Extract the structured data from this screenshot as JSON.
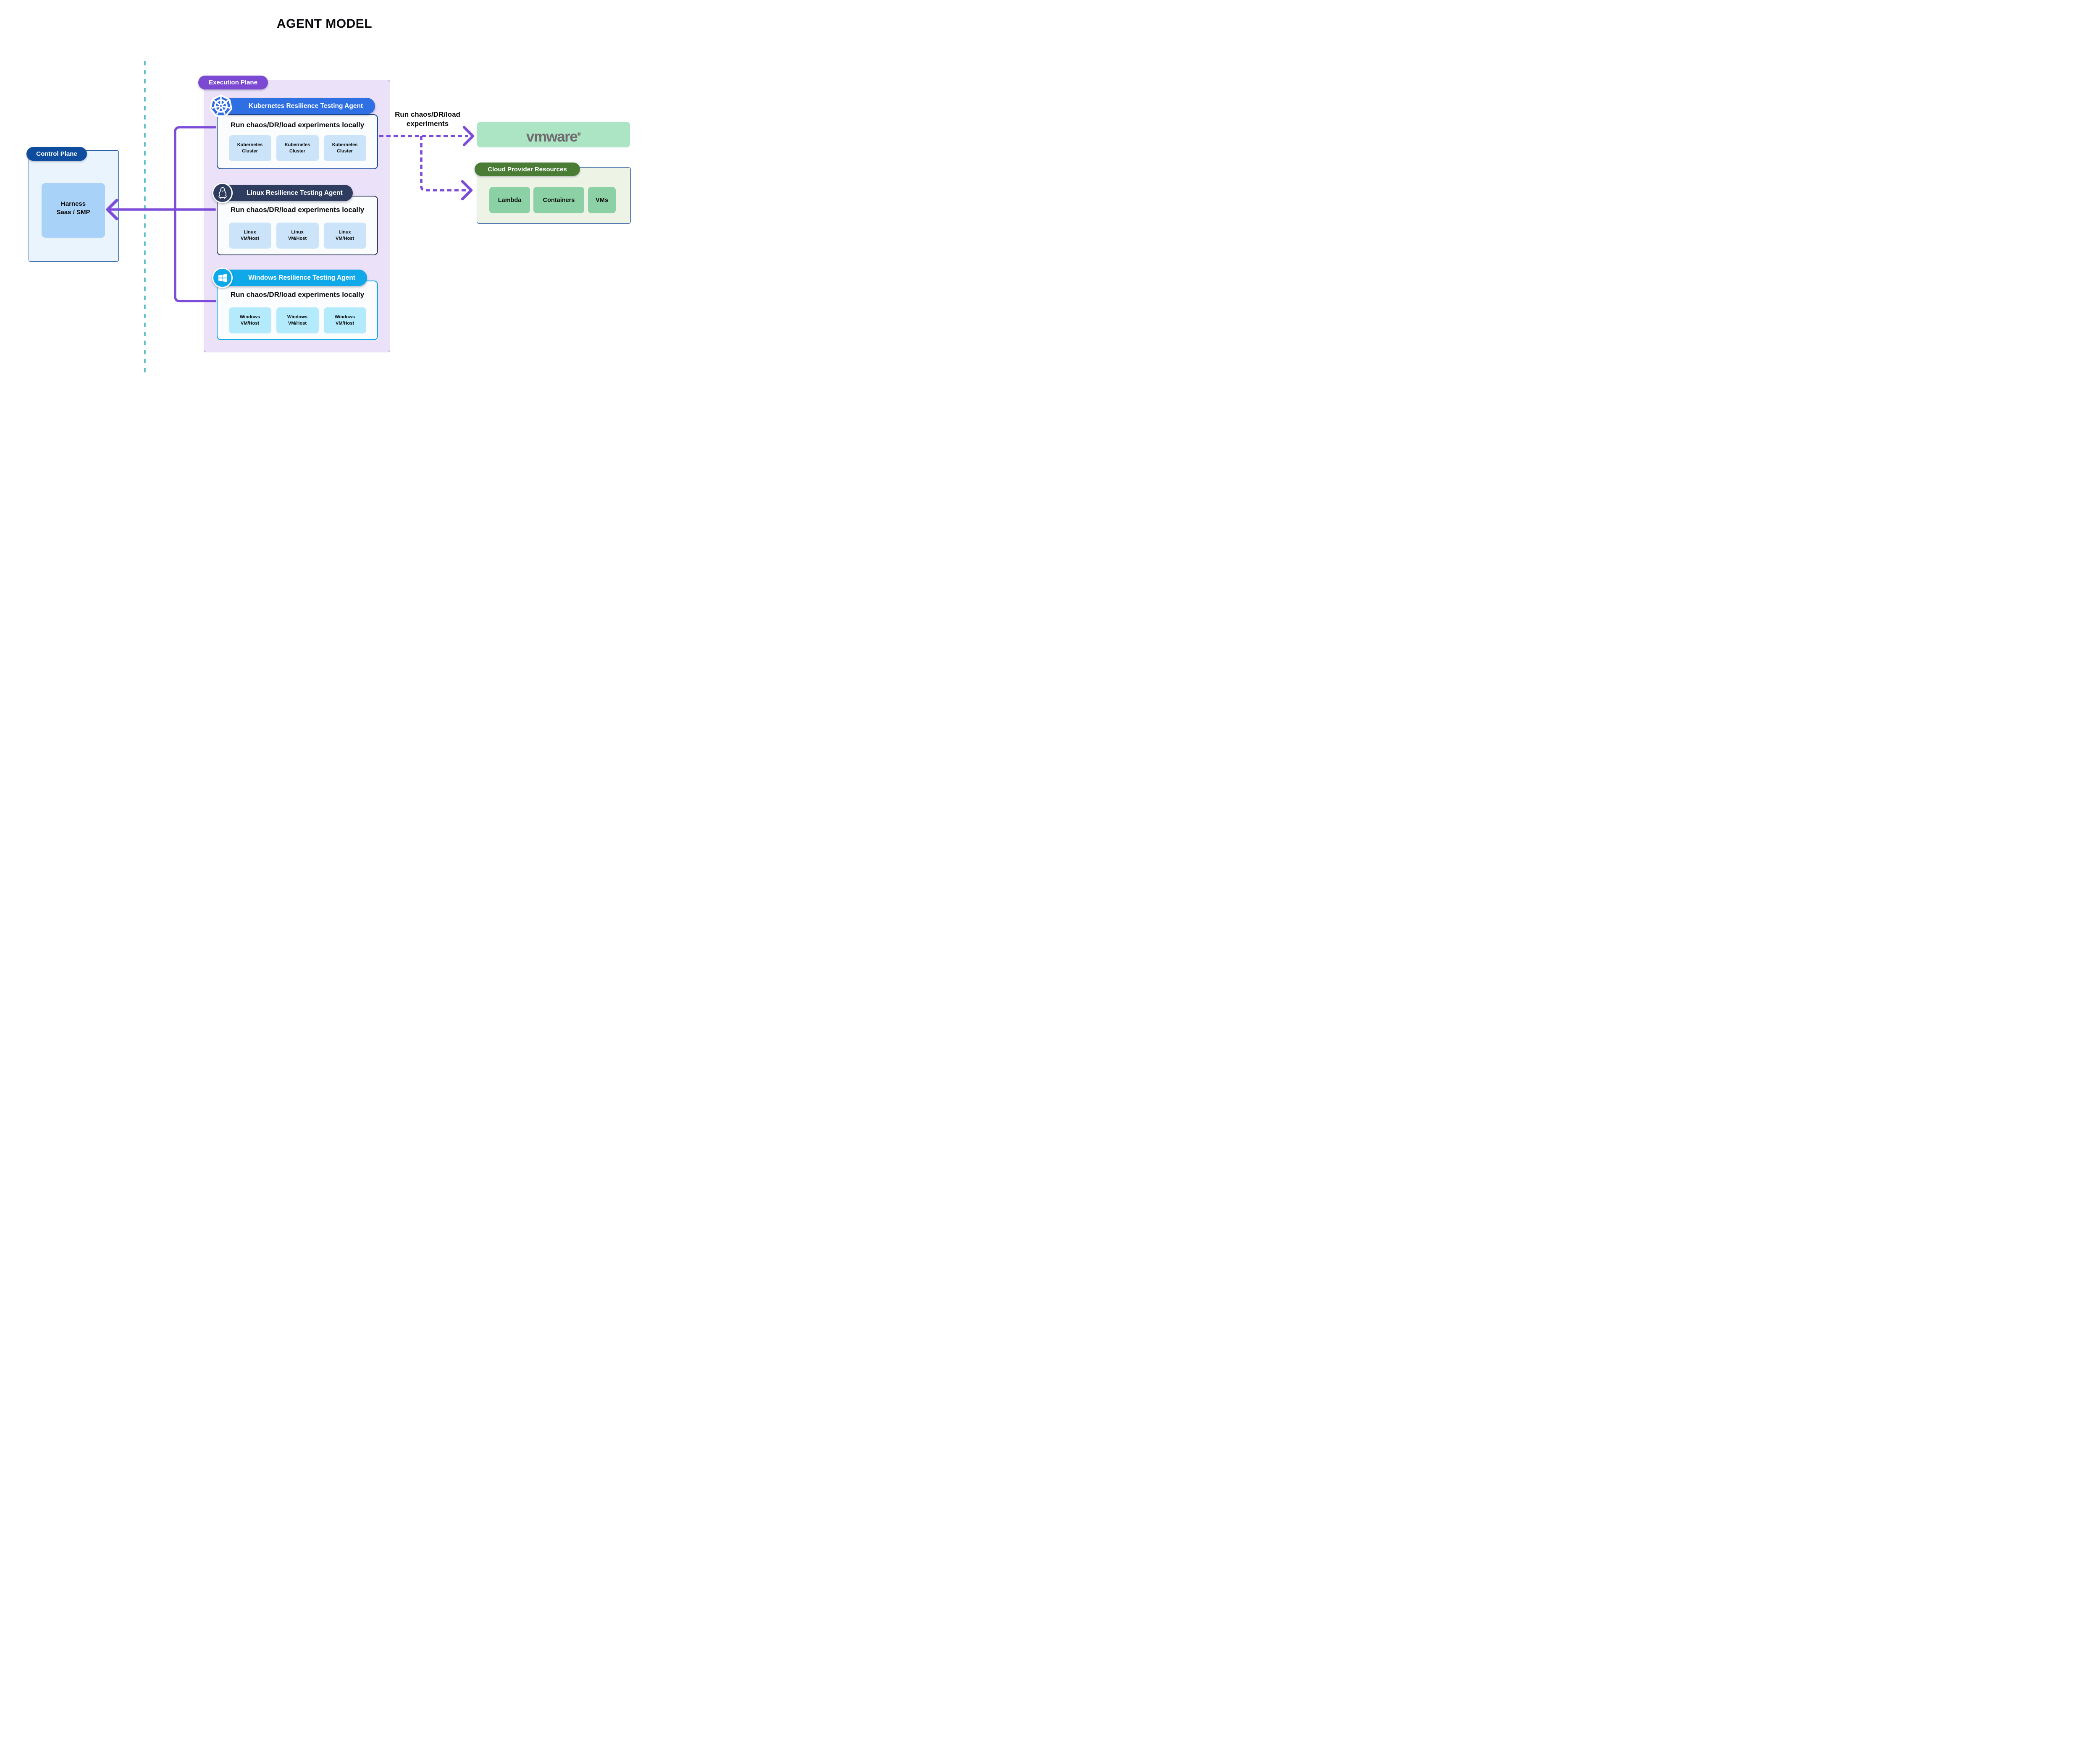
{
  "title": "AGENT MODEL",
  "control_plane": {
    "label": "Control Plane",
    "harness_line1": "Harness",
    "harness_line2": "Saas / SMP"
  },
  "execution_plane": {
    "label": "Execution Plane",
    "agents": [
      {
        "title": "Kubernetes Resilience Testing Agent",
        "icon": "kubernetes-icon",
        "desc": "Run chaos/DR/load experiments locally",
        "nodes": [
          {
            "line1": "Kubernetes",
            "line2": "Cluster"
          },
          {
            "line1": "Kubernetes",
            "line2": "Cluster"
          },
          {
            "line1": "Kubernetes",
            "line2": "Cluster"
          }
        ]
      },
      {
        "title": "Linux Resilience Testing Agent",
        "icon": "linux-icon",
        "desc": "Run chaos/DR/load experiments locally",
        "nodes": [
          {
            "line1": "Linux",
            "line2": "VM/Host"
          },
          {
            "line1": "Linux",
            "line2": "VM/Host"
          },
          {
            "line1": "Linux",
            "line2": "VM/Host"
          }
        ]
      },
      {
        "title": "Windows Resilience Testing Agent",
        "icon": "windows-icon",
        "desc": "Run chaos/DR/load experiments locally",
        "nodes": [
          {
            "line1": "Windows",
            "line2": "VM/Host"
          },
          {
            "line1": "Windows",
            "line2": "VM/Host"
          },
          {
            "line1": "Windows",
            "line2": "VM/Host"
          }
        ]
      }
    ]
  },
  "arrows": {
    "experiments_label_line1": "Run chaos/DR/load",
    "experiments_label_line2": "experiments"
  },
  "vmware": {
    "logo_bold": "vm",
    "logo_rest": "ware",
    "registered": "®"
  },
  "cloud_provider": {
    "label": "Cloud Provider Resources",
    "resources": [
      "Lambda",
      "Containers",
      "VMs"
    ]
  },
  "colors": {
    "accent_purple": "#7C4BD8",
    "execution_pill": "#7C4AD2",
    "execution_bg": "#EBE1F9",
    "kubernetes_blue": "#2E6FE3",
    "kubernetes_border": "#1C4C9C",
    "linux_navy": "#2E3D5F",
    "windows_cyan": "#0FA8E8",
    "control_blue": "#0E4C9E",
    "teal_divider": "#35B1BC",
    "vmware_green": "#ACE5C3",
    "vmware_text": "#6F6B6E",
    "cloud_green": "#4A7C35",
    "resource_green": "#8CD1A5",
    "node_blue": "#CBE4F9",
    "node_cyan": "#B3EAFC",
    "harness_blue": "#A9D2F8"
  }
}
